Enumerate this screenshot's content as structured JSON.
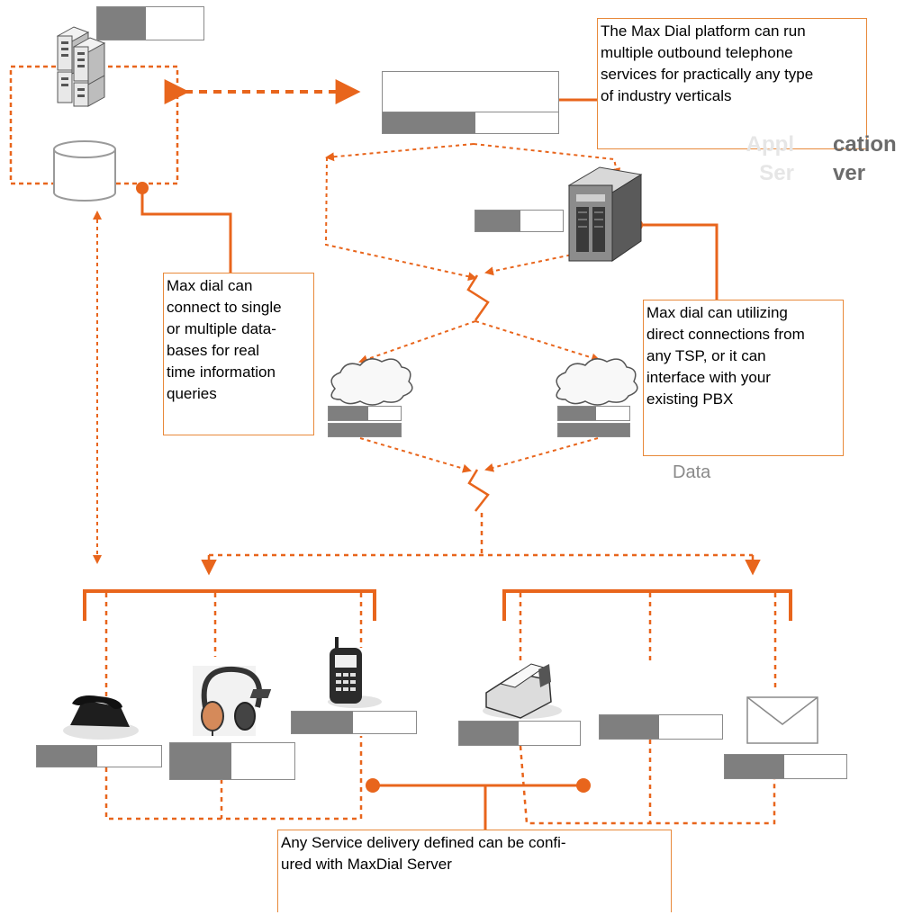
{
  "callouts": {
    "platform": "The Max Dial platform can run\nmultiple outbound telephone\nservices for practically any type\nof industry verticals",
    "database": "Max dial can\nconnect to single\nor multiple data-\nbases for real\ntime information\nqueries",
    "tsp": "Max dial can utilizing\ndirect connections from\nany TSP, or it can\ninterface with your\nexisting PBX",
    "delivery": "Any Service delivery defined can be confi-\nured with MaxDial Server"
  },
  "ghost_labels": {
    "faded": "Appl\nSer",
    "dark": "cation\nver"
  },
  "data_label": "Data",
  "icons": {
    "servers": "server-tower-icon",
    "database": "database-cylinder-icon",
    "app_server": "server-cabinet-icon",
    "cloud": "network-cloud-icon",
    "phone": "desk-telephone-icon",
    "headset": "headphones-icon",
    "mobile": "mobile-phone-icon",
    "fax": "fax-machine-icon",
    "email": "envelope-icon"
  },
  "colors": {
    "connector": "#e8651c",
    "callout_border": "#e8893a",
    "label_dark": "#7f7f7f",
    "ghost_faded": "#e6e6e6",
    "ghost_dark": "#6b6b6b",
    "data_text": "#8a8a8a"
  }
}
